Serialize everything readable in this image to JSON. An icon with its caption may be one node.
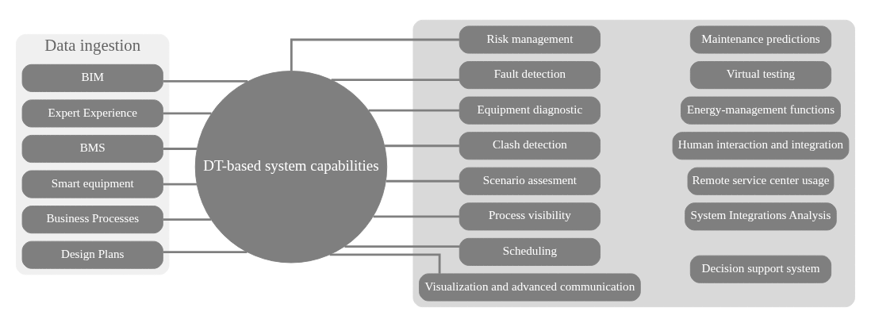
{
  "diagram": {
    "nodes": [
      {
        "text": [
          "Data ingestion"
        ]
      },
      {
        "text": [
          "BIM"
        ],
        "in": 0
      },
      {
        "text": [
          "Expert Experience"
        ],
        "in": 0
      },
      {
        "text": [
          "BMS"
        ],
        "in": 0
      },
      {
        "text": [
          "Smart equipment"
        ],
        "in": 0
      },
      {
        "text": [
          "Business Processes"
        ],
        "in": 0
      },
      {
        "text": [
          "Design Plans"
        ],
        "in": 0
      },
      {
        "text": [
          "DT-based system capabilities"
        ]
      },
      {
        "text": [],
        "shape": "box"
      },
      {
        "text": [
          "Risk management"
        ],
        "in": 8
      },
      {
        "text": [
          "Fault detection"
        ],
        "in": 8
      },
      {
        "text": [
          "Equipment diagnostic"
        ],
        "in": 8
      },
      {
        "text": [
          "Clash detection"
        ],
        "in": 8
      },
      {
        "text": [
          "Scenario assesment"
        ],
        "in": 8
      },
      {
        "text": [
          "Process visibility"
        ],
        "in": 8
      },
      {
        "text": [
          "Scheduling"
        ],
        "in": 8
      },
      {
        "text": [
          "Visualization and advanced communication"
        ],
        "in": 8
      },
      {
        "text": [
          "Maintenance predictions"
        ],
        "in": 8
      },
      {
        "text": [
          "Virtual testing"
        ],
        "in": 8
      },
      {
        "text": [
          "Energy-management functions"
        ],
        "in": 8
      },
      {
        "text": [
          "Human interaction and integration"
        ],
        "in": 8
      },
      {
        "text": [
          "Remote service center usage"
        ],
        "in": 8
      },
      {
        "text": [
          "System Integrations Analysis"
        ],
        "in": 8
      },
      {
        "text": [
          "Decision support system"
        ],
        "in": 8
      }
    ],
    "edges": [
      {
        "from": 1,
        "to": 7,
        "arrow": "none"
      },
      {
        "from": 2,
        "to": 7,
        "arrow": "none"
      },
      {
        "from": 3,
        "to": 7,
        "arrow": "none"
      },
      {
        "from": 4,
        "to": 7,
        "arrow": "none"
      },
      {
        "from": 5,
        "to": 7,
        "arrow": "none"
      },
      {
        "from": 6,
        "to": 7,
        "arrow": "none"
      },
      {
        "from": 7,
        "to": 9,
        "arrow": "none"
      },
      {
        "from": 7,
        "to": 10,
        "arrow": "none"
      },
      {
        "from": 7,
        "to": 11,
        "arrow": "none"
      },
      {
        "from": 7,
        "to": 12,
        "arrow": "none"
      },
      {
        "from": 7,
        "to": 13,
        "arrow": "none"
      },
      {
        "from": 7,
        "to": 14,
        "arrow": "none"
      },
      {
        "from": 7,
        "to": 15,
        "arrow": "none"
      },
      {
        "from": 7,
        "to": 16,
        "arrow": "none"
      }
    ]
  }
}
